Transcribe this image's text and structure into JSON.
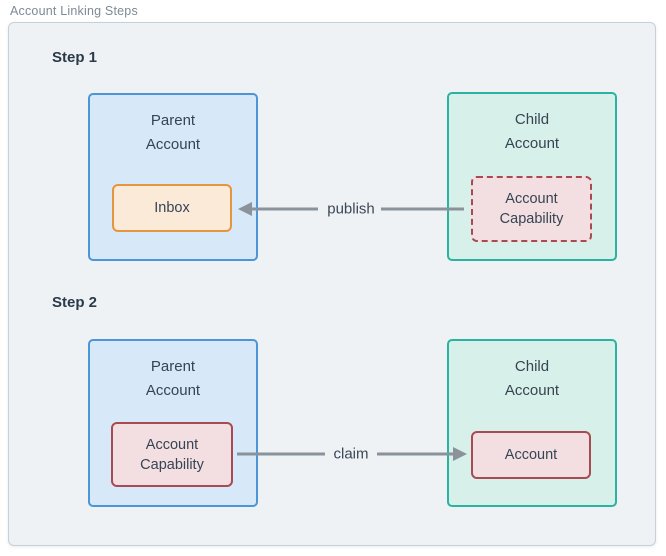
{
  "title": "Account Linking Steps",
  "steps": [
    {
      "label": "Step 1",
      "parent": {
        "title": "Parent Account",
        "node": "Inbox"
      },
      "child": {
        "title": "Child Account",
        "node": "Account Capability"
      },
      "arrow": {
        "label": "publish",
        "direction": "right-to-left"
      }
    },
    {
      "label": "Step 2",
      "parent": {
        "title": "Parent Account",
        "node": "Account Capability"
      },
      "child": {
        "title": "Child Account",
        "node": "Account"
      },
      "arrow": {
        "label": "claim",
        "direction": "left-to-right"
      }
    }
  ],
  "colors": {
    "container_bg": "#eef2f5",
    "container_border": "#c7d0d9",
    "parent_fill": "#d7e8f8",
    "parent_border": "#4c96d7",
    "child_fill": "#d8f0ea",
    "child_border": "#2ab3a0",
    "inbox_fill": "#fcead9",
    "inbox_border": "#e6953f",
    "capability_fill": "#f3dfe1",
    "capability_border": "#a84a52",
    "arrow": "#8a929b",
    "text": "#364453",
    "frame_label": "#7d8a97"
  }
}
